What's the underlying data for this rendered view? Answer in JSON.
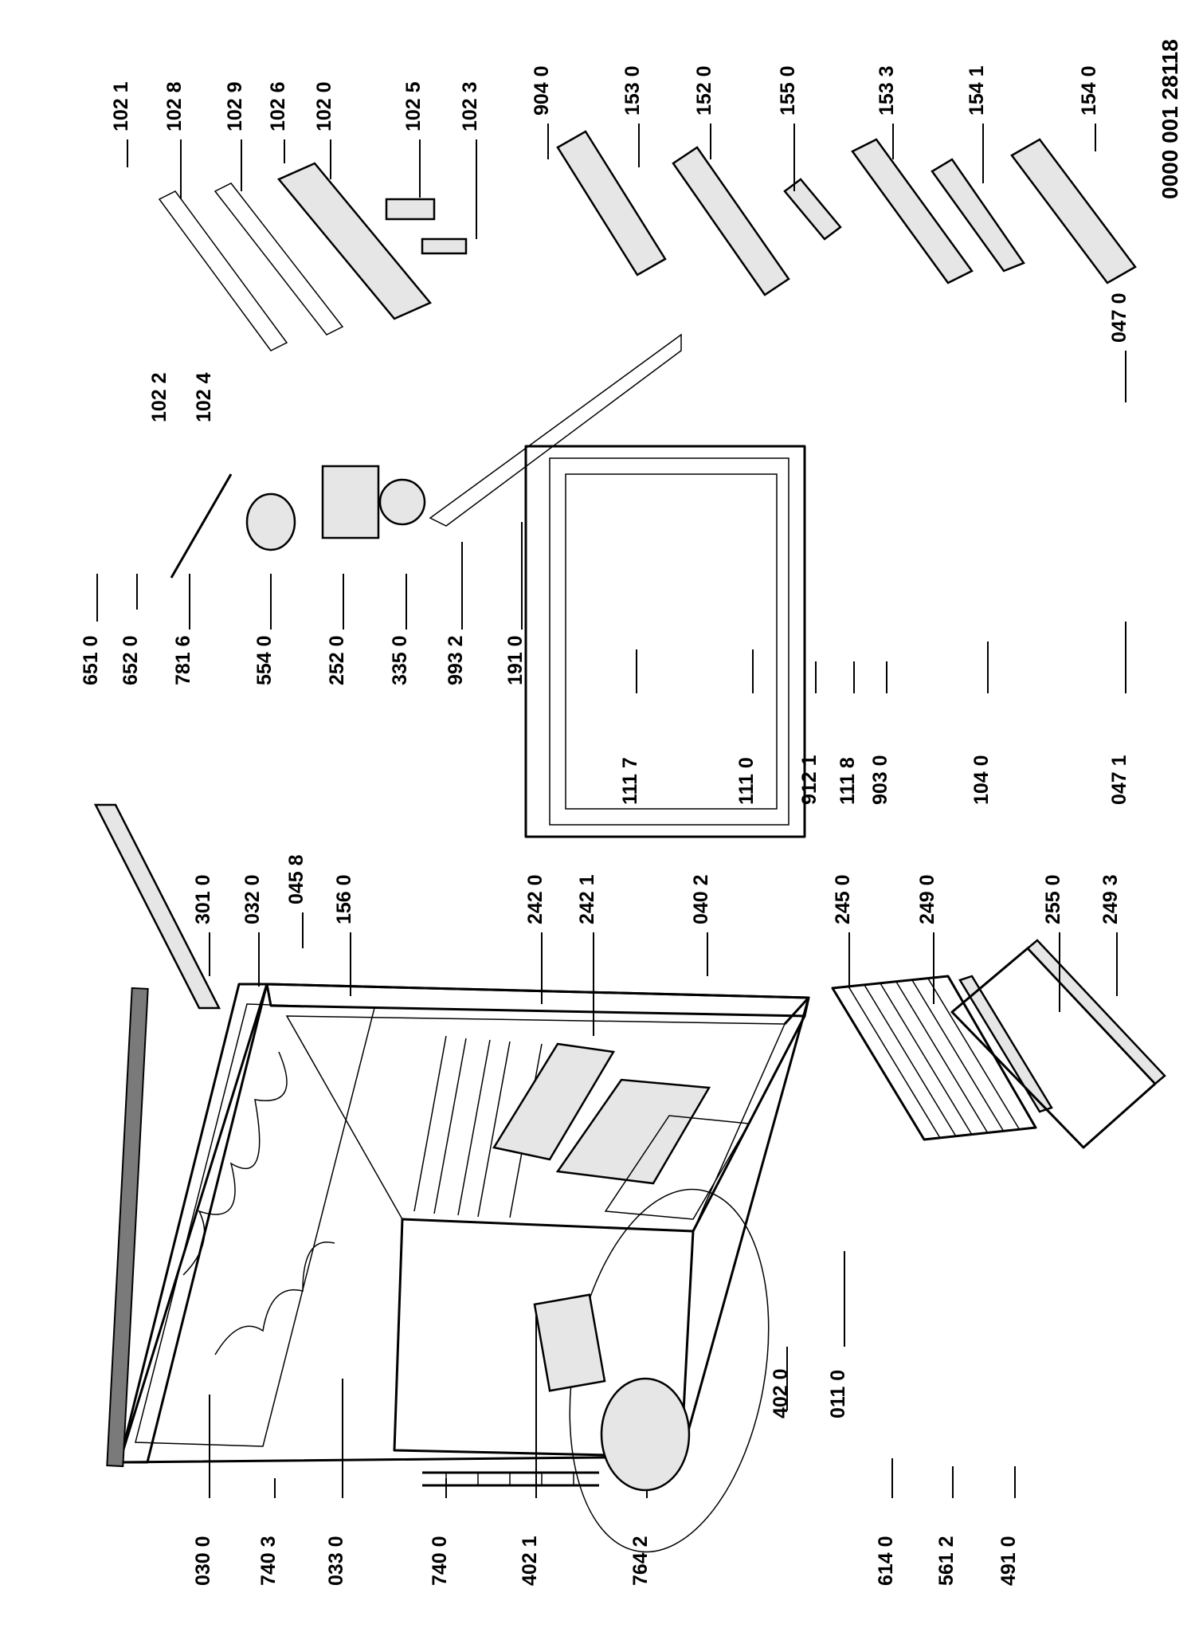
{
  "document_number": "0000 001 28118",
  "parts": [
    {
      "code": "102 1"
    },
    {
      "code": "102 8"
    },
    {
      "code": "102 9"
    },
    {
      "code": "102 6"
    },
    {
      "code": "102 0"
    },
    {
      "code": "102 5"
    },
    {
      "code": "102 3"
    },
    {
      "code": "904 0"
    },
    {
      "code": "153 0"
    },
    {
      "code": "152 0"
    },
    {
      "code": "155 0"
    },
    {
      "code": "153 3"
    },
    {
      "code": "154 1"
    },
    {
      "code": "154 0"
    },
    {
      "code": "102 2"
    },
    {
      "code": "102 4"
    },
    {
      "code": "047 0"
    },
    {
      "code": "651 0"
    },
    {
      "code": "652 0"
    },
    {
      "code": "781 6"
    },
    {
      "code": "554 0"
    },
    {
      "code": "252 0"
    },
    {
      "code": "335 0"
    },
    {
      "code": "993 2"
    },
    {
      "code": "191 0"
    },
    {
      "code": "111 7"
    },
    {
      "code": "111 0"
    },
    {
      "code": "912 1"
    },
    {
      "code": "111 8"
    },
    {
      "code": "903 0"
    },
    {
      "code": "104 0"
    },
    {
      "code": "047 1"
    },
    {
      "code": "301 0"
    },
    {
      "code": "032 0"
    },
    {
      "code": "045 8"
    },
    {
      "code": "156 0"
    },
    {
      "code": "242 0"
    },
    {
      "code": "242 1"
    },
    {
      "code": "040 2"
    },
    {
      "code": "245 0"
    },
    {
      "code": "249 0"
    },
    {
      "code": "255 0"
    },
    {
      "code": "249 3"
    },
    {
      "code": "030 0"
    },
    {
      "code": "740 3"
    },
    {
      "code": "033 0"
    },
    {
      "code": "740 0"
    },
    {
      "code": "402 1"
    },
    {
      "code": "764 2"
    },
    {
      "code": "402 0"
    },
    {
      "code": "011 0"
    },
    {
      "code": "614 0"
    },
    {
      "code": "561 2"
    },
    {
      "code": "491 0"
    }
  ]
}
